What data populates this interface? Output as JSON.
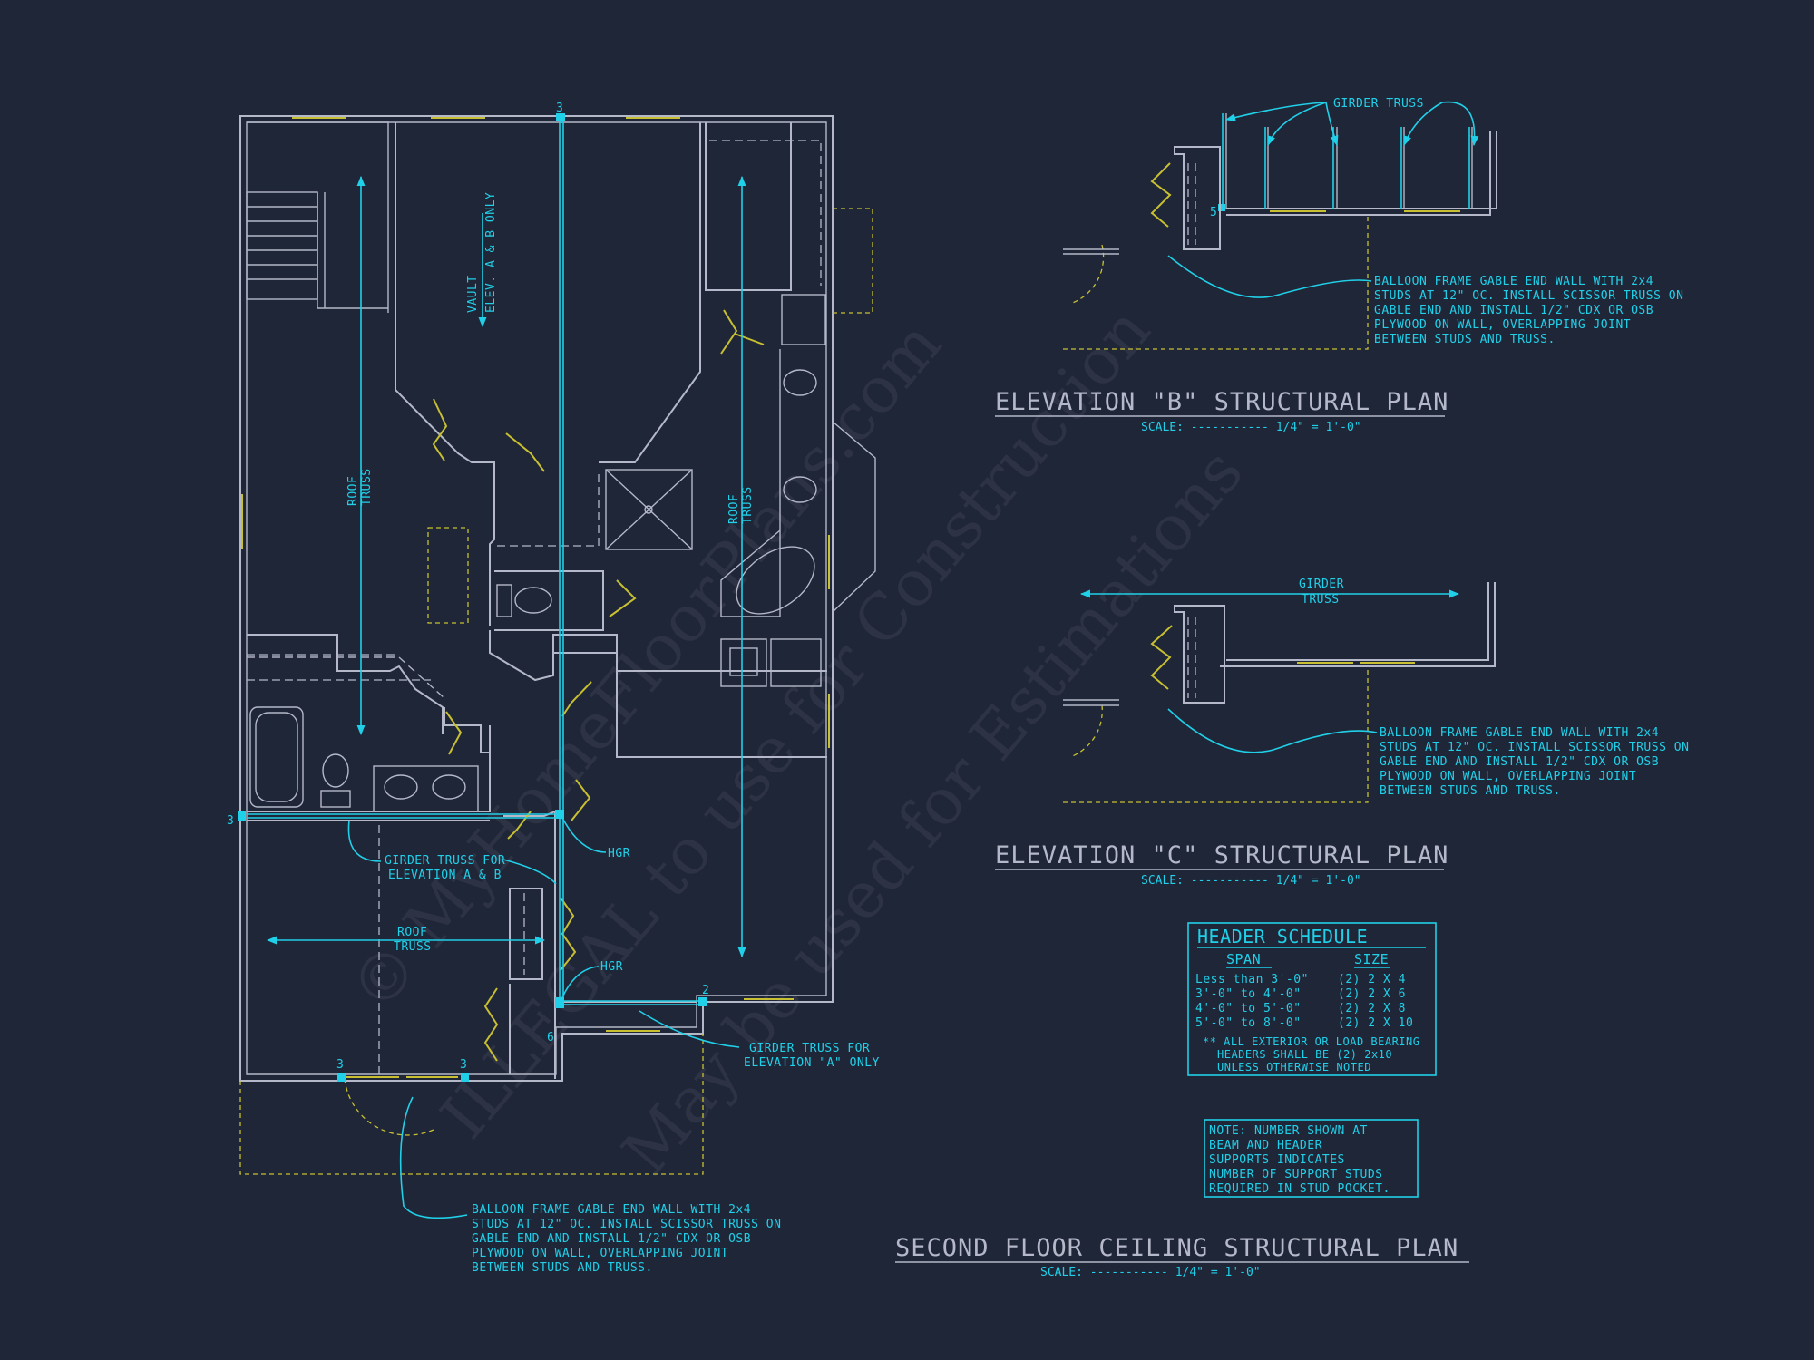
{
  "watermark": {
    "line1": "© MyHomeFloorPlans.com",
    "line2": "ILLEGAL to use for Construction",
    "line3": "May be used for Estimations"
  },
  "main_plan": {
    "title": "SECOND FLOOR CEILING STRUCTURAL PLAN",
    "scale": "SCALE: ----------- 1/4\" = 1'-0\"",
    "vault_line1": "VAULT",
    "vault_line2": "ELEV. A & B ONLY",
    "roof_truss_line1": "ROOF",
    "roof_truss_line2": "TRUSS",
    "girder_note_ab_line1": "GIRDER TRUSS FOR",
    "girder_note_ab_line2": "ELEVATION A & B",
    "girder_note_a_line1": "GIRDER TRUSS FOR",
    "girder_note_a_line2": "ELEVATION \"A\" ONLY",
    "hgr": "HGR",
    "stud_marks": {
      "top": "3",
      "left": "3",
      "bottom_left": "3",
      "bottom_right": "3",
      "corner": "2",
      "pocket": "6"
    },
    "balloon_note": [
      "BALLOON FRAME GABLE END WALL WITH 2x4",
      "STUDS AT 12\" OC. INSTALL SCISSOR TRUSS ON",
      "GABLE END AND INSTALL 1/2\" CDX OR OSB",
      "PLYWOOD ON WALL, OVERLAPPING JOINT",
      "BETWEEN STUDS AND TRUSS."
    ]
  },
  "elevation_b": {
    "title": "ELEVATION \"B\" STRUCTURAL PLAN",
    "scale": "SCALE: ----------- 1/4\" = 1'-0\"",
    "girder_label": "GIRDER TRUSS",
    "stud_mark": "5",
    "note": [
      "BALLOON FRAME GABLE END WALL WITH 2x4",
      "STUDS AT 12\" OC. INSTALL SCISSOR TRUSS ON",
      "GABLE END AND INSTALL 1/2\" CDX OR OSB",
      "PLYWOOD ON WALL, OVERLAPPING JOINT",
      "BETWEEN STUDS AND TRUSS."
    ]
  },
  "elevation_c": {
    "title": "ELEVATION \"C\" STRUCTURAL PLAN",
    "scale": "SCALE: ----------- 1/4\" = 1'-0\"",
    "girder_line1": "GIRDER",
    "girder_line2": "TRUSS",
    "note": [
      "BALLOON FRAME GABLE END WALL WITH 2x4",
      "STUDS AT 12\" OC. INSTALL SCISSOR TRUSS ON",
      "GABLE END AND INSTALL 1/2\" CDX OR OSB",
      "PLYWOOD ON WALL, OVERLAPPING JOINT",
      "BETWEEN STUDS AND TRUSS."
    ]
  },
  "header_schedule": {
    "title": "HEADER SCHEDULE",
    "col_span": "SPAN",
    "col_size": "SIZE",
    "rows": [
      {
        "span": "Less than 3'-0\"",
        "size": "(2) 2 X 4"
      },
      {
        "span": "3'-0\" to 4'-0\"",
        "size": "(2) 2 X 6"
      },
      {
        "span": "4'-0\" to 5'-0\"",
        "size": "(2) 2 X 8"
      },
      {
        "span": "5'-0\" to 8'-0\"",
        "size": "(2) 2 X 10"
      }
    ],
    "footnote": [
      "** ALL EXTERIOR OR LOAD BEARING",
      "HEADERS SHALL BE (2) 2x10",
      "UNLESS OTHERWISE NOTED"
    ]
  },
  "stud_note": [
    "NOTE: NUMBER SHOWN AT",
    "BEAM AND HEADER",
    "SUPPORTS INDICATES",
    "NUMBER OF SUPPORT STUDS",
    "REQUIRED IN STUD POCKET."
  ],
  "colors": {
    "background": "#1f2638",
    "wall": "#b4b8c8",
    "annotation": "#20d0e8",
    "window": "#c8c030"
  }
}
